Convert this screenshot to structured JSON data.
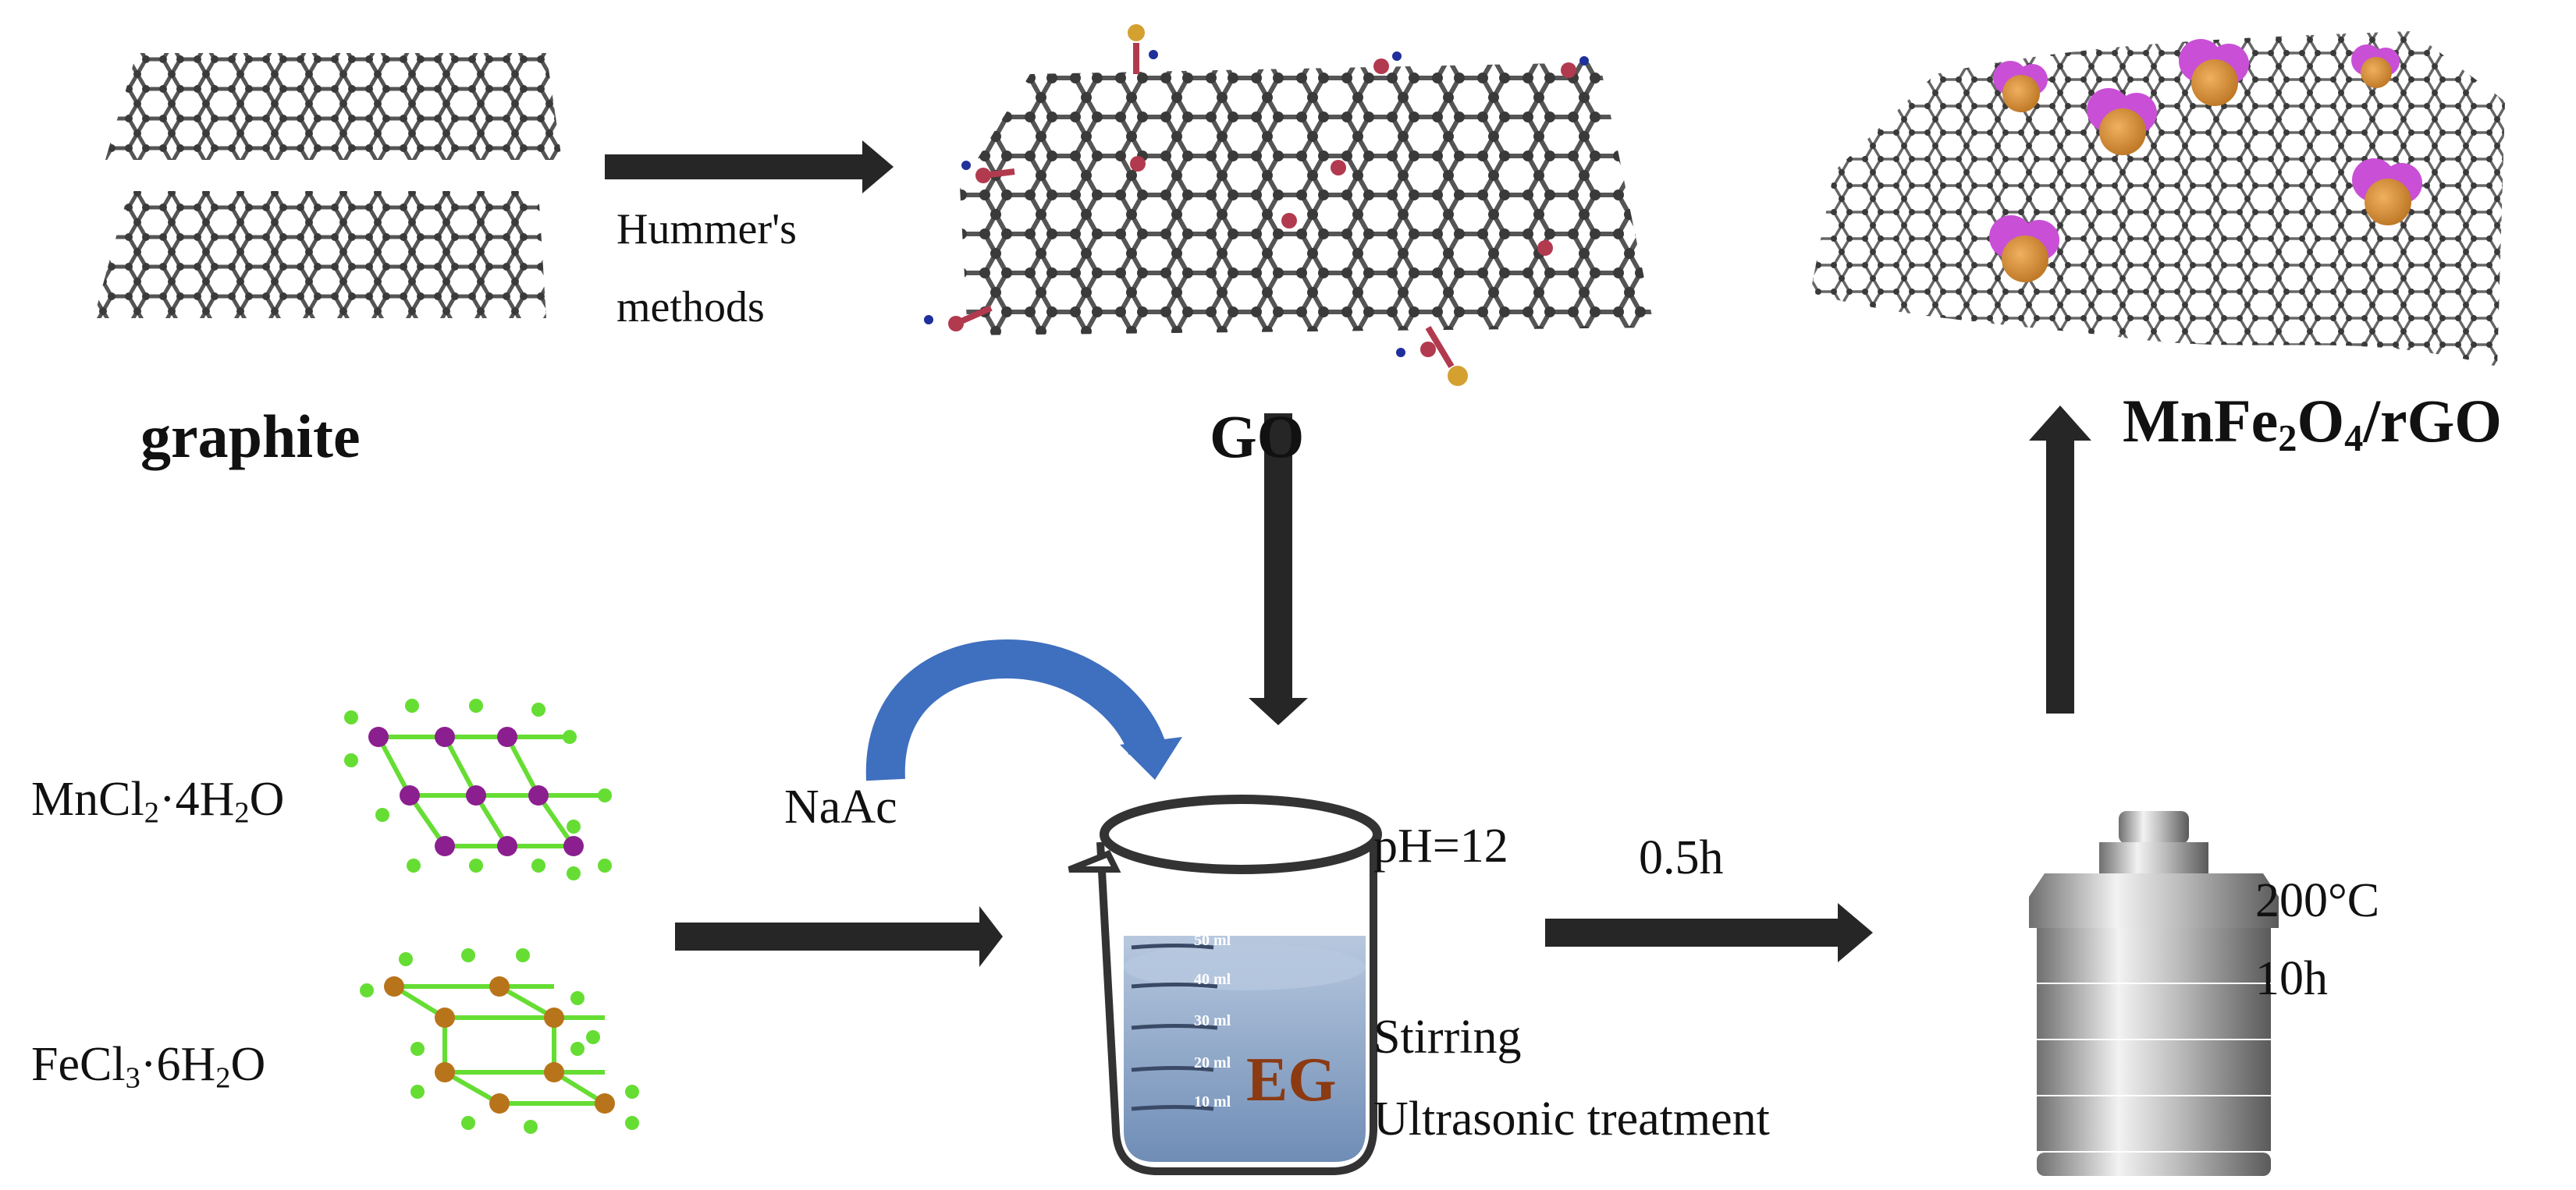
{
  "labels": {
    "graphite": "graphite",
    "hummers_line1": "Hummer's",
    "hummers_line2": "methods",
    "go": "GO",
    "product": "MnFe2O4/rGO",
    "mncl_formula": "MnCl2·4H2O",
    "fecl_formula": "FeCl3·6H2O",
    "naac": "NaAc",
    "ph": "pH=12",
    "time_stir": "0.5h",
    "stirring": "Stirring",
    "ultrasonic": "Ultrasonic treatment",
    "temperature": "200°C",
    "duration": "10h",
    "solvent": "EG",
    "beaker_marks": [
      "50 ml",
      "40 ml",
      "30 ml",
      "20 ml",
      "10 ml"
    ]
  },
  "colors": {
    "arrow": "#262626",
    "curved_arrow": "#3f6fbf",
    "carbon": "#4a4a4a",
    "oxygen": "#b23a4e",
    "hydrogen": "#1f2f9c",
    "gold_group": "#d4a030",
    "manganese": "#8b1f8f",
    "iron": "#b8741a",
    "chlorine": "#66dd33",
    "nanoparticle_core": "#e0a050",
    "nanoparticle_shell": "#c94fd6",
    "liquid": "#7f9cc2",
    "eg_text": "#8b3a12"
  }
}
